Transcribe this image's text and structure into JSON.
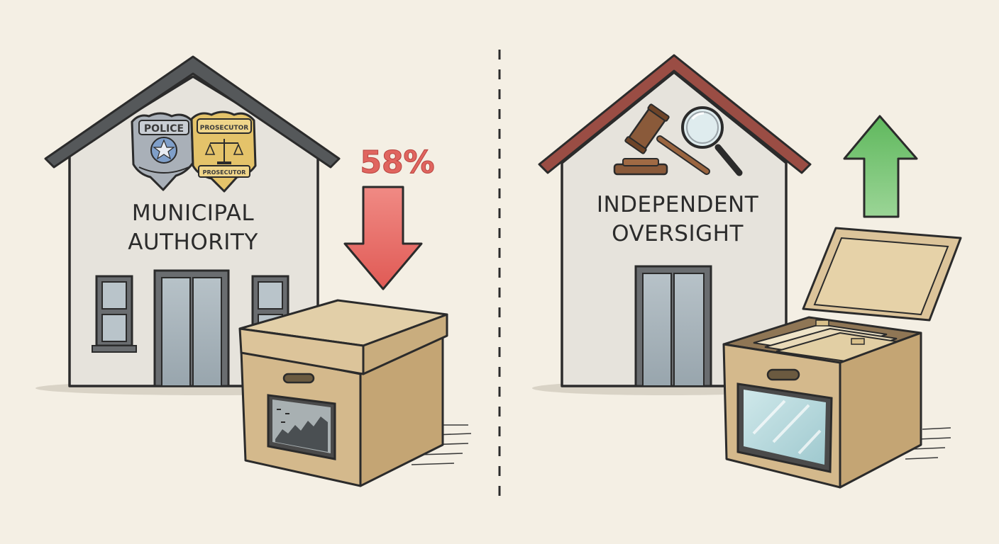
{
  "left_panel": {
    "building_label_line1": "MUNICIPAL",
    "building_label_line2": "AUTHORITY",
    "badge_police_top": "POLICE",
    "badge_prosecutor_top": "PROSECUTOR",
    "badge_prosecutor_bottom": "PROSECUTOR",
    "change_percent": "58%",
    "arrow_direction": "down",
    "arrow_color": "#e86a63",
    "box_state": "closed"
  },
  "right_panel": {
    "building_label_line1": "INDEPENDENT",
    "building_label_line2": "OVERSIGHT",
    "arrow_direction": "up",
    "arrow_color": "#7cc47a",
    "box_state": "open"
  },
  "icons": [
    "police-badge-icon",
    "prosecutor-badge-icon",
    "gavel-icon",
    "magnifying-glass-icon",
    "down-arrow-icon",
    "up-arrow-icon"
  ],
  "colors": {
    "background": "#f4efe4",
    "ink": "#2b2b2b",
    "wall": "#e6e3dc",
    "roof_left": "#55585a",
    "roof_right": "#9a4d44",
    "cardboard": "#d7bf93"
  }
}
